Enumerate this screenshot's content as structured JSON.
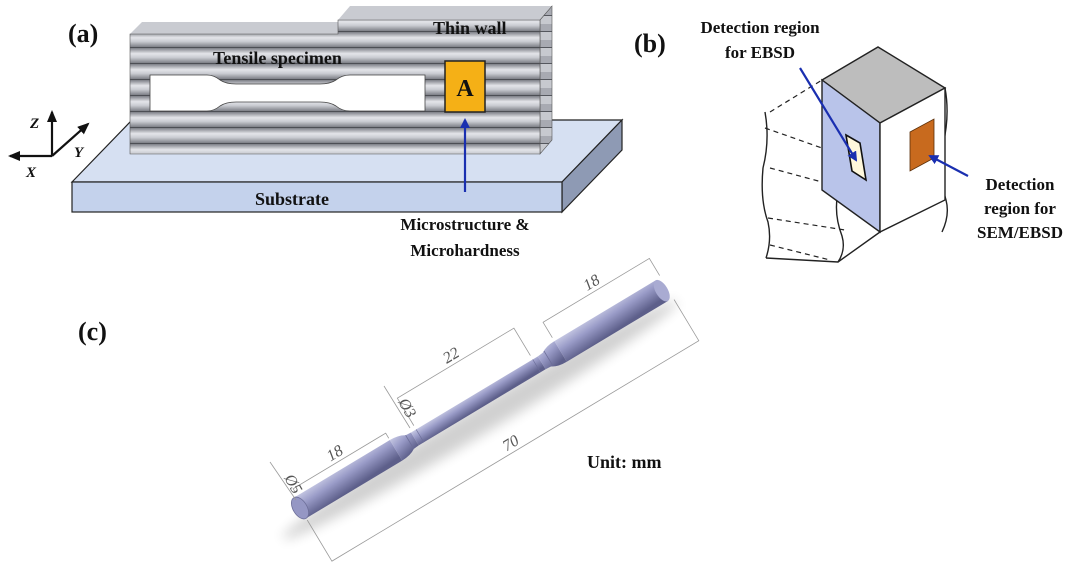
{
  "panels": {
    "a": {
      "label": "(a)",
      "thin_wall": "Thin wall",
      "tensile_specimen": "Tensile specimen",
      "region_marker": "A",
      "substrate": "Substrate",
      "annotation_line1": "Microstructure &",
      "annotation_line2": "Microhardness",
      "axes": {
        "z": "Z",
        "y": "Y",
        "x": "X"
      }
    },
    "b": {
      "label": "(b)",
      "ebsd_line1": "Detection region",
      "ebsd_line2": "for EBSD",
      "sem_line1": "Detection",
      "sem_line2": "region for",
      "sem_line3": "SEM/EBSD"
    },
    "c": {
      "label": "(c)",
      "unit": "Unit: mm",
      "dimensions": {
        "grip_length_left": "18",
        "gauge_length": "22",
        "grip_length_right": "18",
        "total_length": "70",
        "grip_diameter": "Ø5",
        "gauge_diameter": "Ø3"
      }
    }
  },
  "colors": {
    "marker_fill": "#f5b016",
    "arrow": "#1a2fb0",
    "substrate": "#c4d2ec",
    "ebsd_face": "#b9c4ea",
    "ebsd_patch": "#fff8dc",
    "sem_patch": "#c86a1e",
    "top_face": "#bdbdbd",
    "specimen": "#8a8cb8"
  }
}
